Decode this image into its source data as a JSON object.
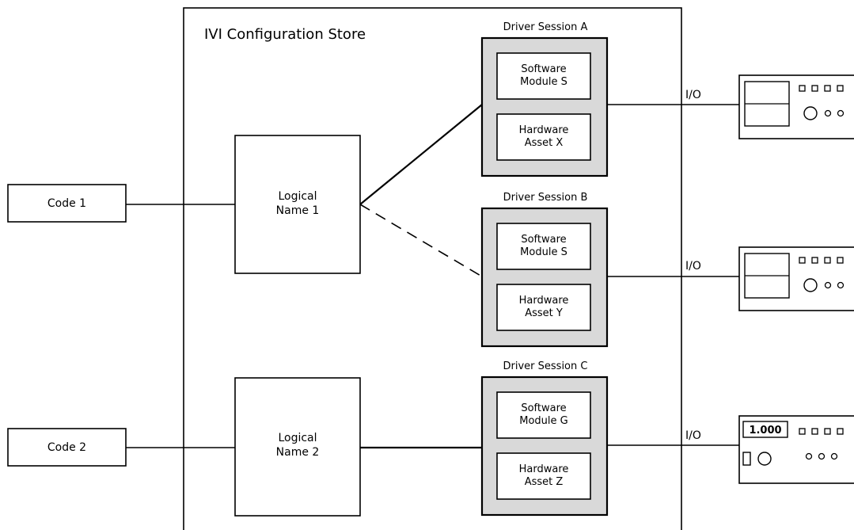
{
  "store": {
    "title": "IVI Configuration Store"
  },
  "codes": [
    {
      "label": "Code 1"
    },
    {
      "label": "Code 2"
    }
  ],
  "logical_names": [
    {
      "line1": "Logical",
      "line2": "Name 1"
    },
    {
      "line1": "Logical",
      "line2": "Name 2"
    }
  ],
  "sessions": [
    {
      "title": "Driver Session A",
      "software": {
        "line1": "Software",
        "line2": "Module S"
      },
      "hardware": {
        "line1": "Hardware",
        "line2": "Asset X"
      }
    },
    {
      "title": "Driver Session B",
      "software": {
        "line1": "Software",
        "line2": "Module S"
      },
      "hardware": {
        "line1": "Hardware",
        "line2": "Asset Y"
      }
    },
    {
      "title": "Driver Session C",
      "software": {
        "line1": "Software",
        "line2": "Module G"
      },
      "hardware": {
        "line1": "Hardware",
        "line2": "Asset Z"
      }
    }
  ],
  "io_labels": [
    "I/O",
    "I/O",
    "I/O"
  ],
  "instrument3": {
    "display": "1.000"
  }
}
